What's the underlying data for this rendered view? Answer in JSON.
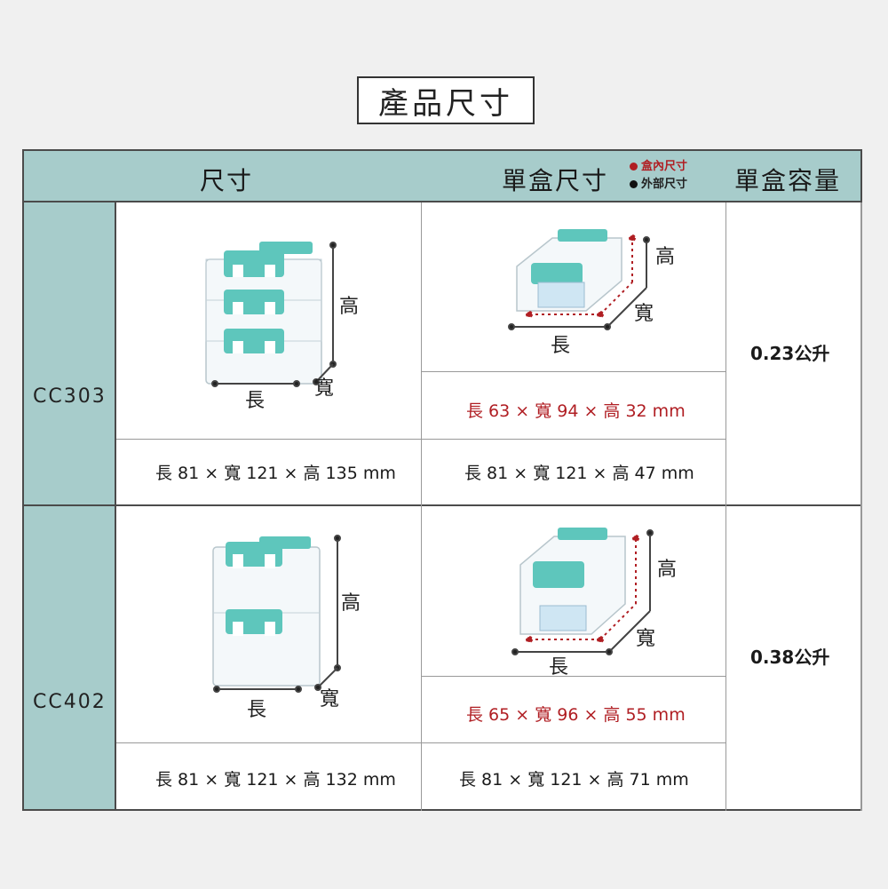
{
  "title": "產品尺寸",
  "header": {
    "col_size": "尺寸",
    "col_single": "單盒尺寸",
    "col_capacity": "單盒容量",
    "legend_inner": "盒內尺寸",
    "legend_outer": "外部尺寸"
  },
  "axis_labels": {
    "height": "高",
    "width": "寬",
    "length": "長"
  },
  "products": [
    {
      "model": "CC303",
      "stack_size": "長 81 × 寬 121 × 高 135 mm",
      "inner_size": "長 63 × 寬 94 × 高 32 mm",
      "outer_size": "長 81 × 寬 121 × 高 47 mm",
      "capacity": "0.23公升"
    },
    {
      "model": "CC402",
      "stack_size": "長 81 × 寬 121 × 高 132 mm",
      "inner_size": "長 65 × 寬 96 × 高 55 mm",
      "outer_size": "長 81 × 寬 121 × 高 71 mm",
      "capacity": "0.38公升"
    }
  ],
  "colors": {
    "teal_header": "#a7cccb",
    "lid_teal": "#5ec6bc",
    "inner_red": "#b01e23",
    "line_gray": "#4b4b4b"
  }
}
